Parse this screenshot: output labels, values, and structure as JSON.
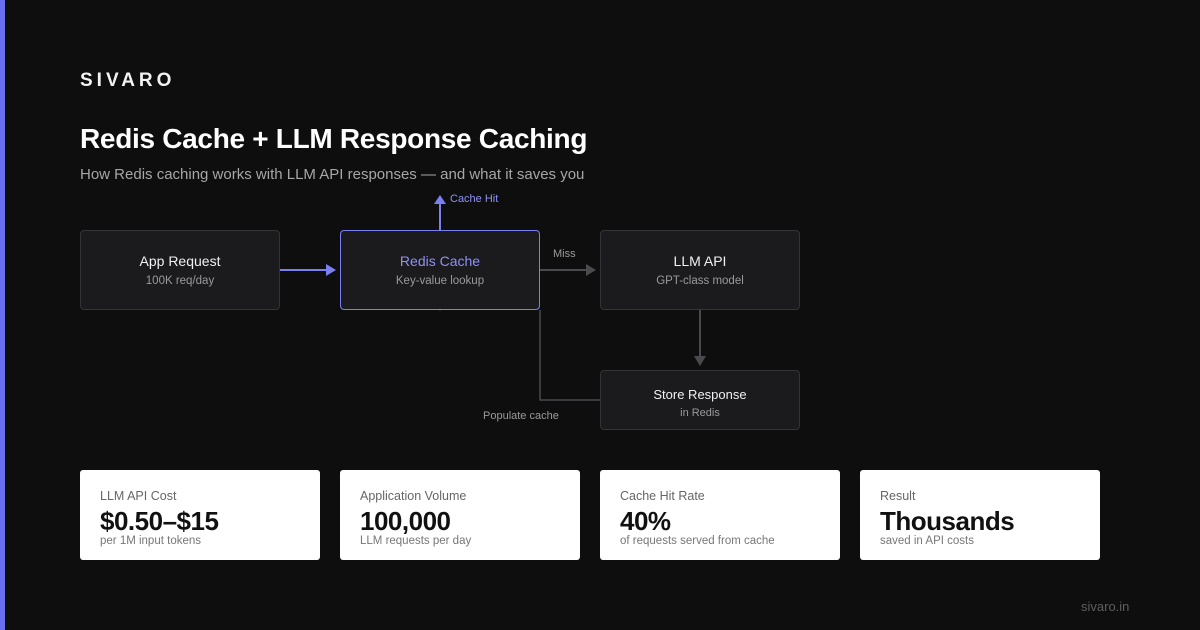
{
  "brand": "SIVARO",
  "accent_color": "#6a6ff0",
  "title": "Redis Cache + LLM Response Caching",
  "subtitle": "How Redis caching works with LLM API responses — and what it saves you",
  "diagram": {
    "nodes": {
      "app_request": {
        "title": "App Request",
        "sub": "100K req/day"
      },
      "redis_cache": {
        "title": "Redis Cache",
        "sub": "Key-value lookup"
      },
      "llm_api": {
        "title": "LLM API",
        "sub": "GPT-class model"
      },
      "store_response": {
        "title": "Store Response",
        "sub": "in Redis"
      }
    },
    "edges": {
      "cache_hit": "Cache Hit",
      "miss": "Miss",
      "populate": "Populate cache"
    }
  },
  "stats": [
    {
      "label": "LLM API Cost",
      "value": "$0.50–$15",
      "sub": "per 1M input tokens"
    },
    {
      "label": "Application Volume",
      "value": "100,000",
      "sub": "LLM requests per day"
    },
    {
      "label": "Cache Hit Rate",
      "value": "40%",
      "sub": "of requests served from cache"
    },
    {
      "label": "Result",
      "value": "Thousands",
      "sub": "saved in API costs"
    }
  ],
  "footer": "sivaro.in"
}
